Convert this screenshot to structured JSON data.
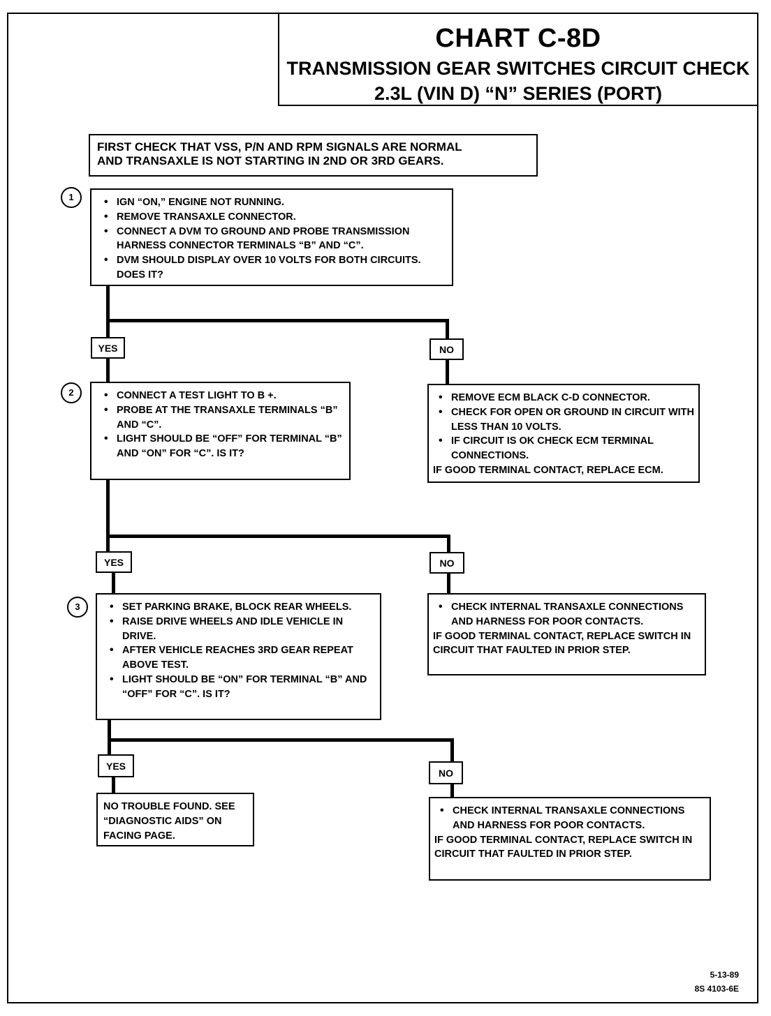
{
  "chart": {
    "title": "CHART C-8D",
    "subtitle_line1": "TRANSMISSION GEAR SWITCHES CIRCUIT CHECK",
    "subtitle_line2": "2.3L  (VIN D)  “N”  SERIES  (PORT)"
  },
  "first_check": {
    "line1": "FIRST CHECK THAT VSS, P/N AND RPM SIGNALS ARE NORMAL",
    "line2": "AND TRANSAXLE IS NOT STARTING IN 2ND OR 3RD GEARS."
  },
  "steps": [
    {
      "number": "1",
      "items": [
        "IGN “ON,” ENGINE NOT RUNNING.",
        "REMOVE TRANSAXLE CONNECTOR.",
        "CONNECT A DVM TO GROUND AND PROBE TRANSMISSION HARNESS CONNECTOR TERMINALS “B” AND “C”.",
        "DVM SHOULD DISPLAY OVER 10 VOLTS FOR BOTH CIRCUITS. DOES IT?"
      ]
    },
    {
      "number": "2",
      "items": [
        "CONNECT A TEST LIGHT TO B +.",
        "PROBE AT THE TRANSAXLE TERMINALS “B” AND “C”.",
        "LIGHT SHOULD BE “OFF”  FOR TERMINAL “B” AND  “ON” FOR “C”. IS IT?"
      ]
    },
    {
      "number": "3",
      "items": [
        "SET PARKING BRAKE, BLOCK REAR WHEELS.",
        "RAISE DRIVE WHEELS AND IDLE VEHICLE IN DRIVE.",
        "AFTER VEHICLE REACHES 3RD GEAR REPEAT ABOVE TEST.",
        "LIGHT SHOULD BE “ON”  FOR TERMINAL “B” AND  “OFF” FOR “C”. IS IT?"
      ]
    }
  ],
  "labels": {
    "yes": "YES",
    "no": "NO"
  },
  "outcomes": {
    "no1": {
      "items": [
        "REMOVE ECM BLACK C-D CONNECTOR.",
        "CHECK FOR OPEN OR GROUND IN CIRCUIT WITH LESS THAN 10 VOLTS.",
        "IF CIRCUIT IS OK CHECK ECM TERMINAL CONNECTIONS."
      ],
      "note": "IF GOOD TERMINAL CONTACT, REPLACE ECM."
    },
    "no2": {
      "items": [
        "CHECK INTERNAL TRANSAXLE CONNECTIONS AND HARNESS FOR POOR CONTACTS."
      ],
      "note": "IF GOOD TERMINAL CONTACT, REPLACE SWITCH IN CIRCUIT THAT FAULTED IN PRIOR STEP."
    },
    "yes3": {
      "text": "NO TROUBLE FOUND.  SEE “DIAGNOSTIC AIDS” ON FACING PAGE."
    },
    "no3": {
      "items": [
        "CHECK INTERNAL TRANSAXLE CONNECTIONS AND HARNESS FOR POOR CONTACTS."
      ],
      "note": "IF GOOD TERMINAL CONTACT, REPLACE SWITCH IN CIRCUIT THAT FAULTED IN PRIOR STEP."
    }
  },
  "footer": {
    "date": "5-13-89",
    "code": "8S 4103-6E"
  }
}
